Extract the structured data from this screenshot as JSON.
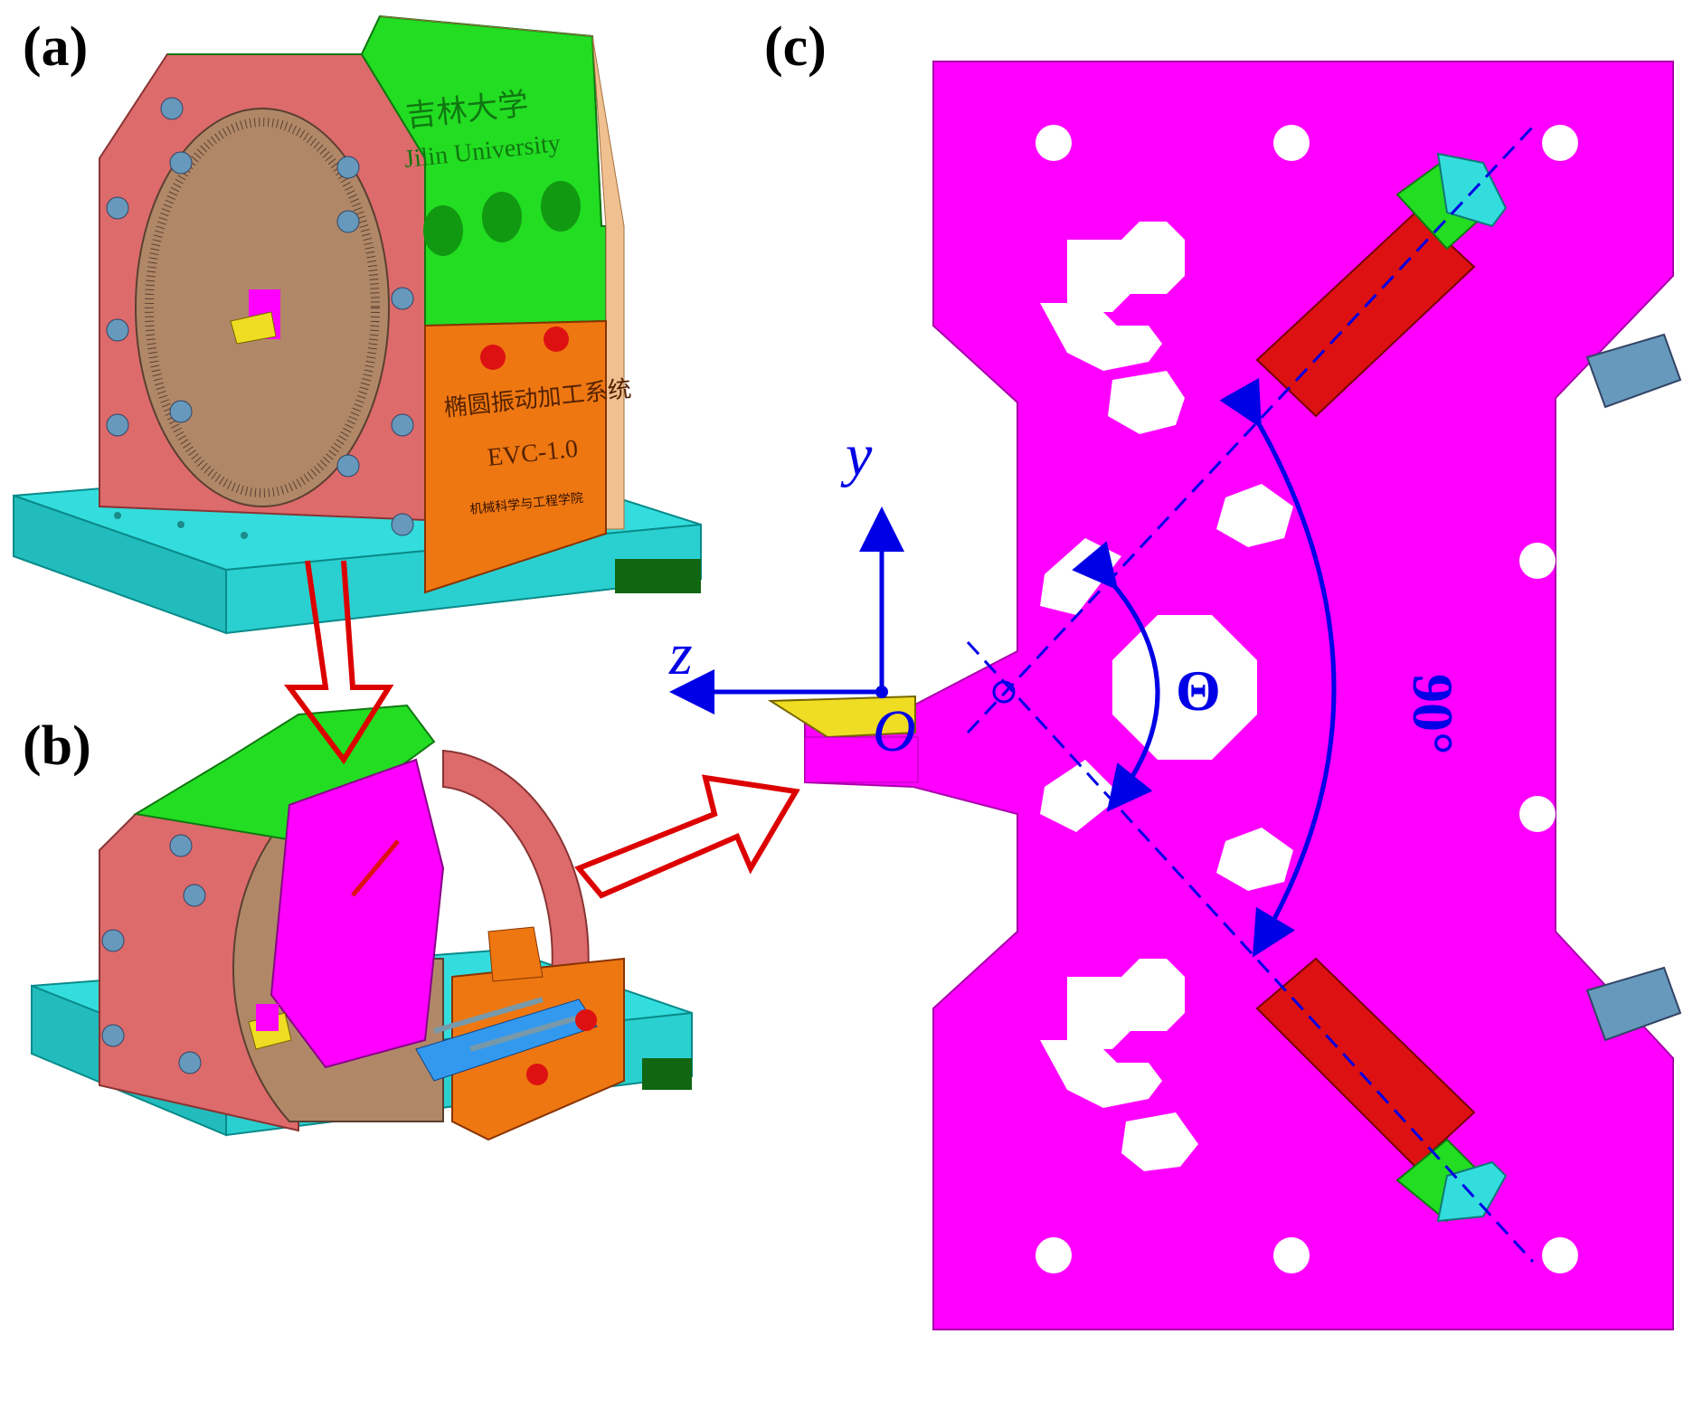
{
  "panels": {
    "a": {
      "label": "(a)"
    },
    "b": {
      "label": "(b)"
    },
    "c": {
      "label": "(c)"
    }
  },
  "device": {
    "university_cn": "吉林大学",
    "university_en": "Jilin University",
    "system_name_cn": "椭圆振动加工系统",
    "model": "EVC-1.0",
    "department_cn": "机械科学与工程学院"
  },
  "axes": {
    "y_label": "y",
    "z_label": "z",
    "origin_label": "O"
  },
  "angles": {
    "theta_label": "Θ",
    "right_angle_label": "90°"
  },
  "colors": {
    "magenta": "#ff00ff",
    "salmon": "#dd6b6b",
    "green": "#22dd22",
    "orange": "#ee7711",
    "cyan": "#33dddd",
    "tan": "#b08868",
    "red_piezo": "#dd1111",
    "annotation_blue": "#0000e6",
    "arrow_red": "#dd0000"
  }
}
